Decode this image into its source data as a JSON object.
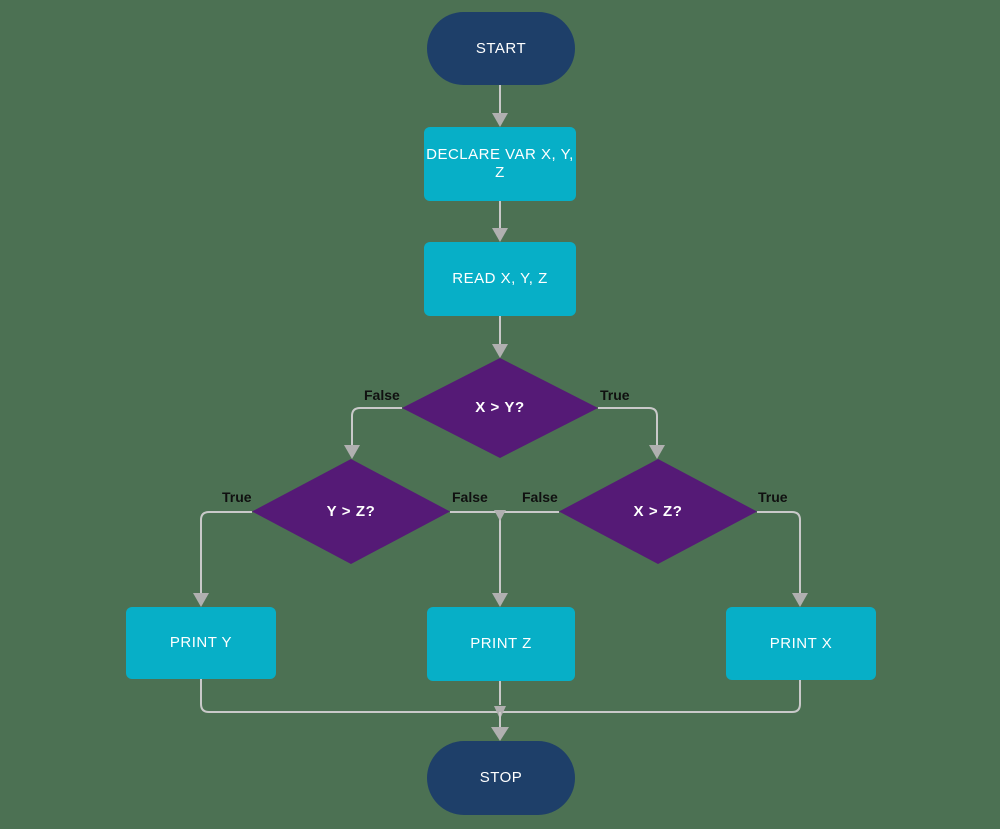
{
  "diagram": {
    "type": "flowchart",
    "nodes": {
      "start": {
        "label": "START",
        "shape": "terminator"
      },
      "declare": {
        "label": "DECLARE VAR X, Y, Z",
        "shape": "process"
      },
      "read": {
        "label": "READ X, Y, Z",
        "shape": "process"
      },
      "cond_xy": {
        "label": "X > Y?",
        "shape": "decision"
      },
      "cond_yz": {
        "label": "Y > Z?",
        "shape": "decision"
      },
      "cond_xz": {
        "label": "X > Z?",
        "shape": "decision"
      },
      "print_y": {
        "label": "PRINT Y",
        "shape": "process"
      },
      "print_z": {
        "label": "PRINT Z",
        "shape": "process"
      },
      "print_x": {
        "label": "PRINT X",
        "shape": "process"
      },
      "stop": {
        "label": "STOP",
        "shape": "terminator"
      }
    },
    "edges": [
      {
        "from": "start",
        "to": "declare",
        "label": ""
      },
      {
        "from": "declare",
        "to": "read",
        "label": ""
      },
      {
        "from": "read",
        "to": "cond_xy",
        "label": ""
      },
      {
        "from": "cond_xy",
        "to": "cond_yz",
        "label": "False"
      },
      {
        "from": "cond_xy",
        "to": "cond_xz",
        "label": "True"
      },
      {
        "from": "cond_yz",
        "to": "print_y",
        "label": "True"
      },
      {
        "from": "cond_yz",
        "to": "print_z",
        "label": "False"
      },
      {
        "from": "cond_xz",
        "to": "print_z",
        "label": "False"
      },
      {
        "from": "cond_xz",
        "to": "print_x",
        "label": "True"
      },
      {
        "from": "print_y",
        "to": "stop",
        "label": ""
      },
      {
        "from": "print_z",
        "to": "stop",
        "label": ""
      },
      {
        "from": "print_x",
        "to": "stop",
        "label": ""
      }
    ]
  },
  "colors": {
    "background": "#4C7153",
    "terminator": "#1E3F69",
    "process": "#07AFC7",
    "decision": "#551A76",
    "connector": "#C9C9C9",
    "arrowhead": "#B0B0B0",
    "node_text": "#FFFFFF",
    "edge_label_text": "#101010"
  }
}
